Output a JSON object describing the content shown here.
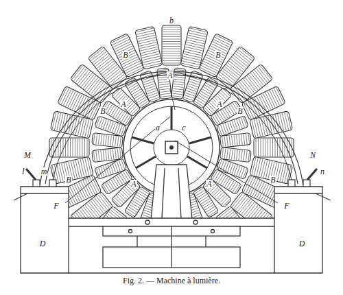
{
  "diagram": {
    "caption": "Fig. 2. — Machine à lumière.",
    "labels": [
      "M",
      "l",
      "m",
      "N",
      "n",
      "b",
      "B",
      "B",
      "B",
      "B",
      "B",
      "B",
      "A",
      "A",
      "A",
      "A",
      "A",
      "D",
      "D",
      "F",
      "F",
      "a",
      "c"
    ]
  }
}
